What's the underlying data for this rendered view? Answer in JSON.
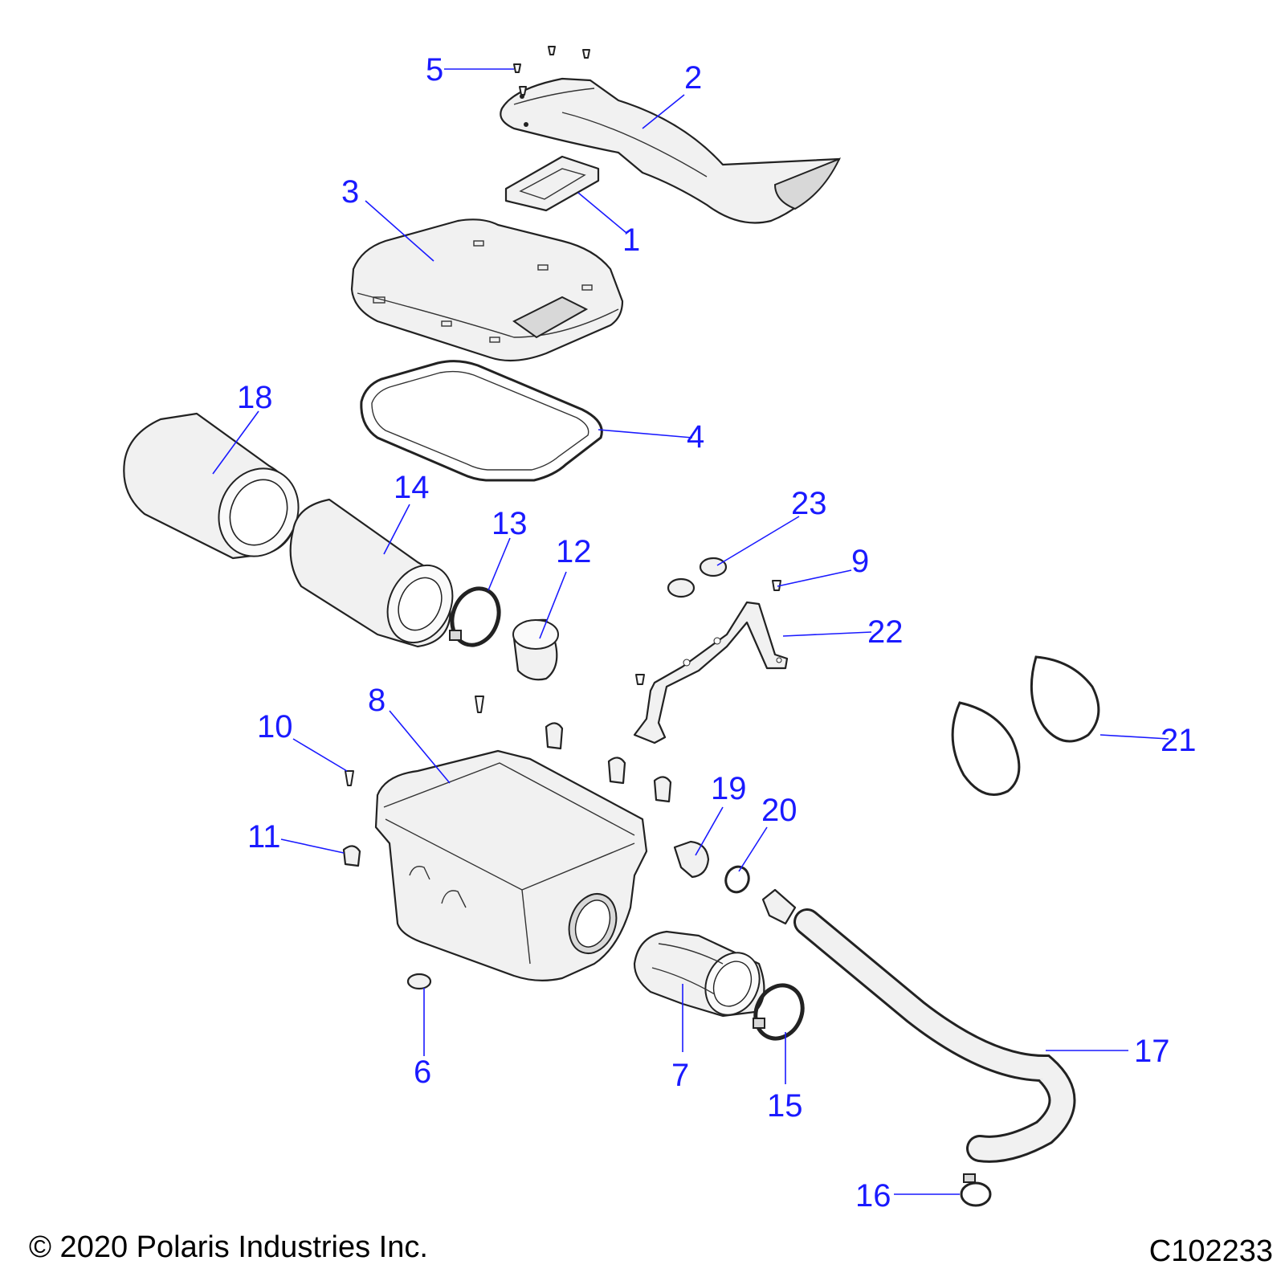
{
  "callouts": [
    {
      "id": "1",
      "label": "1"
    },
    {
      "id": "2",
      "label": "2"
    },
    {
      "id": "3",
      "label": "3"
    },
    {
      "id": "4",
      "label": "4"
    },
    {
      "id": "5",
      "label": "5"
    },
    {
      "id": "6",
      "label": "6"
    },
    {
      "id": "7",
      "label": "7"
    },
    {
      "id": "8",
      "label": "8"
    },
    {
      "id": "9",
      "label": "9"
    },
    {
      "id": "10",
      "label": "10"
    },
    {
      "id": "11",
      "label": "11"
    },
    {
      "id": "12",
      "label": "12"
    },
    {
      "id": "13",
      "label": "13"
    },
    {
      "id": "14",
      "label": "14"
    },
    {
      "id": "15",
      "label": "15"
    },
    {
      "id": "16",
      "label": "16"
    },
    {
      "id": "17",
      "label": "17"
    },
    {
      "id": "18",
      "label": "18"
    },
    {
      "id": "19",
      "label": "19"
    },
    {
      "id": "20",
      "label": "20"
    },
    {
      "id": "21",
      "label": "21"
    },
    {
      "id": "22",
      "label": "22"
    },
    {
      "id": "23",
      "label": "23"
    }
  ],
  "footer": {
    "copyright": "© 2020 Polaris Industries Inc.",
    "drawing_number": "C102233"
  },
  "colors": {
    "callout": "#1a1aff",
    "line_art": "#222222"
  }
}
